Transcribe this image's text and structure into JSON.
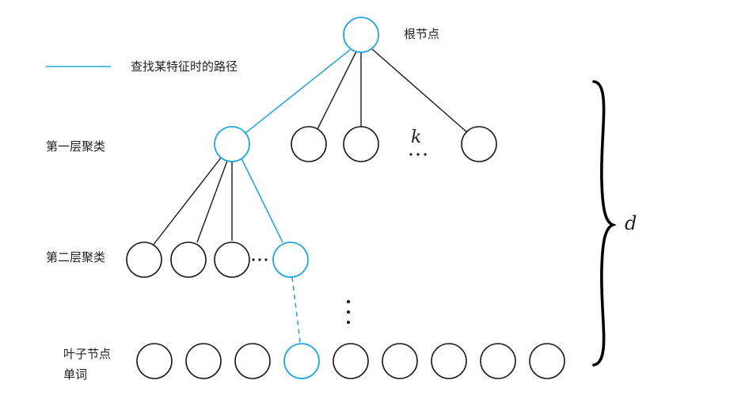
{
  "labels": {
    "root": "根节点",
    "legend": "查找某特征时的路径",
    "level1": "第一层聚类",
    "level2": "第二层聚类",
    "leaf_line1": "叶子节点",
    "leaf_line2": "单词",
    "k": "k",
    "d": "d"
  },
  "colors": {
    "path": "#29a6dc",
    "edge": "#1a1a1a"
  }
}
